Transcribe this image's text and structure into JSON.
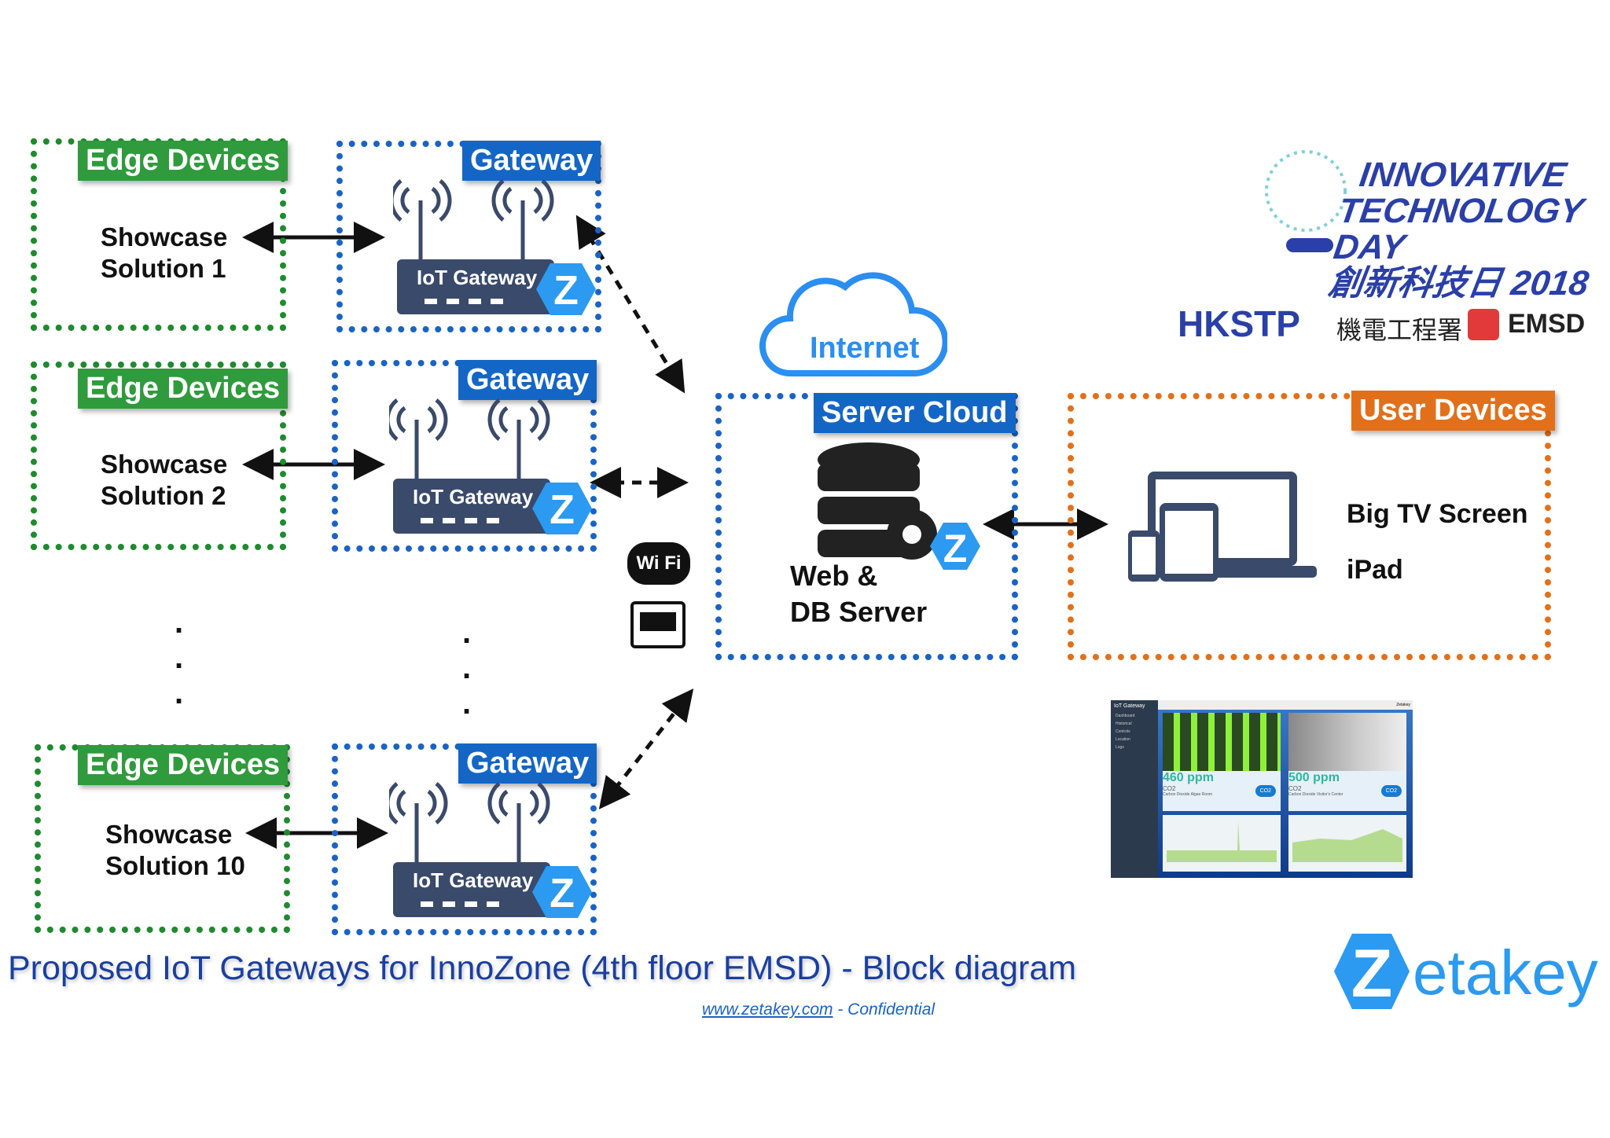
{
  "edge_groups": [
    {
      "label": "Edge Devices",
      "line1": "Showcase",
      "line2": "Solution 1"
    },
    {
      "label": "Edge Devices",
      "line1": "Showcase",
      "line2": "Solution 2"
    },
    {
      "label": "Edge Devices",
      "line1": "Showcase",
      "line2": "Solution 10"
    }
  ],
  "gateways": [
    {
      "label": "Gateway",
      "device_text": "IoT Gateway"
    },
    {
      "label": "Gateway",
      "device_text": "IoT Gateway"
    },
    {
      "label": "Gateway",
      "device_text": "IoT Gateway"
    }
  ],
  "internet": {
    "label": "Internet"
  },
  "connectivity": {
    "wifi": "Wi Fi",
    "ethernet_icon": "ethernet-port-icon"
  },
  "server": {
    "label": "Server Cloud",
    "line1": "Web &",
    "line2": "DB Server"
  },
  "user_devices": {
    "label": "User Devices",
    "items": [
      "Big TV Screen",
      "iPad"
    ]
  },
  "dashboard": {
    "app_title": "IoT Gateway",
    "user": "Zetakey",
    "nav": [
      "Dashboard",
      "Historical",
      "Controls",
      "Location",
      "Logs"
    ],
    "cards": [
      {
        "value": "460 ppm",
        "unit": "CO2",
        "desc": "Carbon Dioxide Algae Room",
        "badge": "CO2"
      },
      {
        "value": "500 ppm",
        "unit": "CO2",
        "desc": "Carbon Dioxide Visitor's Center",
        "badge": "CO2"
      }
    ]
  },
  "sponsors": {
    "itd": [
      "INNOVATIVE",
      "TECHNOLOGY DAY",
      "創新科技日 2018"
    ],
    "hkstp": "HKSTP",
    "emsd_cn": "機電工程署",
    "emsd": "EMSD"
  },
  "footer": {
    "title": "Proposed IoT Gateways for InnoZone (4th floor EMSD) - Block diagram",
    "link": "www.zetakey.com",
    "suffix": " - Confidential",
    "brand": "etakey",
    "brand_letter": "Z"
  },
  "colors": {
    "edge": "#1f8a2e",
    "gateway": "#1a63c4",
    "user": "#e2701a",
    "title": "#1a3fa0"
  }
}
